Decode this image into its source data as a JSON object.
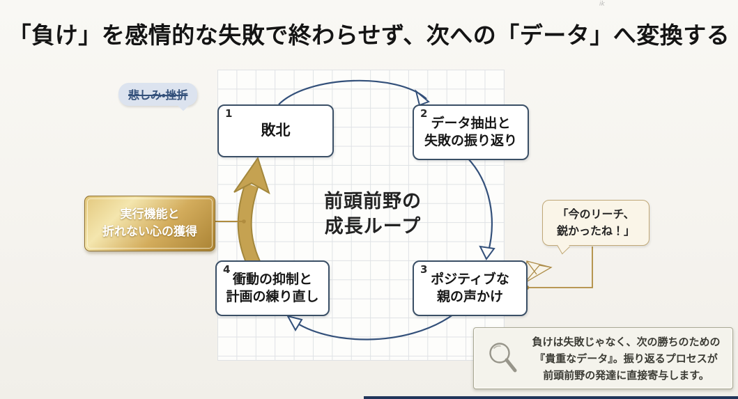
{
  "title": "「負け」を感情的な失敗で終わらせず、次への「データ」へ変換する",
  "corner_mark": "ik",
  "diagram": {
    "center_label": "前頭前野の\n成長ループ",
    "steps": [
      {
        "number": "1",
        "label": "敗北"
      },
      {
        "number": "2",
        "label": "データ抽出と\n失敗の振り返り"
      },
      {
        "number": "3",
        "label": "ポジティブな\n親の声かけ"
      },
      {
        "number": "4",
        "label": "衝動の抑制と\n計画の練り直し"
      }
    ]
  },
  "callouts": {
    "sadness": "悲しみ・挫折",
    "praise": "「今のリーチ、\n鋭かったね！」",
    "reward": "実行機能と\n折れない心の獲得"
  },
  "note": {
    "icon": "magnifier-icon",
    "text": "負けは失敗じゃなく、次の勝ちのための\n『貴重なデータ』。振り返るプロセスが\n前頭前野の発達に直接寄与します。"
  },
  "colors": {
    "navy": "#33507a",
    "gold": "#c5a251",
    "gold_dark": "#a3873c",
    "ink": "#1c1c1c"
  }
}
